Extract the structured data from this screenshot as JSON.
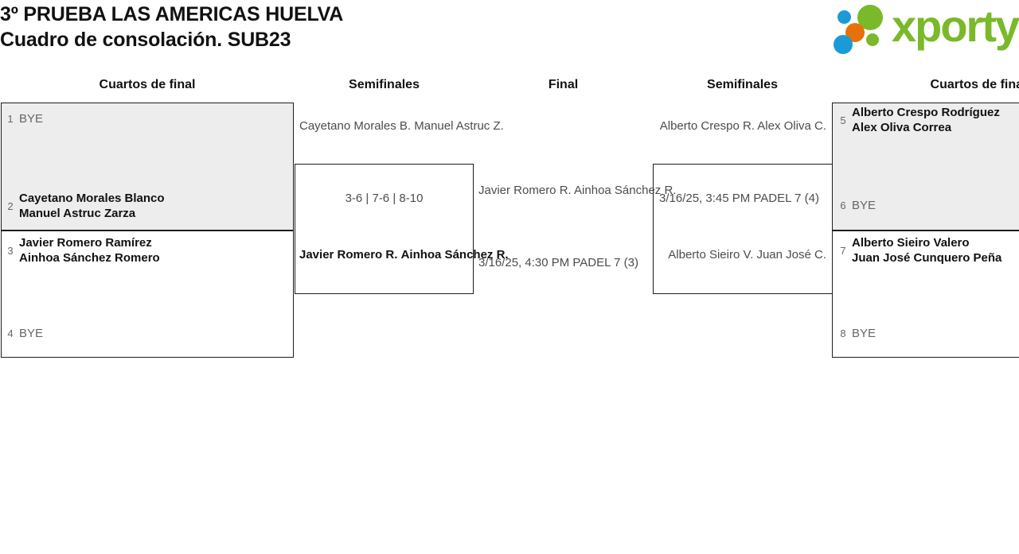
{
  "header": {
    "title_line1": "3º PRUEBA LAS AMERICAS HUELVA",
    "title_line2": "Cuadro de consolación. SUB23",
    "logo_text": "xporty"
  },
  "rounds": {
    "qf_left": "Cuartos de final",
    "sf_left": "Semifinales",
    "final": "Final",
    "sf_right": "Semifinales",
    "qf_right": "Cuartos de final"
  },
  "quarterfinals_left": [
    {
      "seed": "1",
      "line1": "BYE",
      "line2": "",
      "state": "bye"
    },
    {
      "seed": "2",
      "line1": "Cayetano Morales Blanco",
      "line2": "Manuel Astruc Zarza",
      "state": "winner"
    },
    {
      "seed": "3",
      "line1": "Javier Romero Ramírez",
      "line2": "Ainhoa Sánchez Romero",
      "state": "winner"
    },
    {
      "seed": "4",
      "line1": "BYE",
      "line2": "",
      "state": "bye"
    }
  ],
  "quarterfinals_right": [
    {
      "seed": "5",
      "line1": "Alberto Crespo Rodríguez",
      "line2": "Alex Oliva Correa",
      "state": "winner"
    },
    {
      "seed": "6",
      "line1": "BYE",
      "line2": "",
      "state": "bye"
    },
    {
      "seed": "7",
      "line1": "Alberto Sieiro Valero",
      "line2": "Juan José Cunquero Peña",
      "state": "winner"
    },
    {
      "seed": "8",
      "line1": "BYE",
      "line2": "",
      "state": "bye"
    }
  ],
  "semifinal_left": {
    "top_line1": "Cayetano Morales B.",
    "top_line2": "Manuel Astruc Z.",
    "bottom_line1": "Javier Romero R.",
    "bottom_line2": "Ainhoa Sánchez R.",
    "score": "3-6 | 7-6 | 8-10"
  },
  "final": {
    "top_line1": "Javier Romero R.",
    "top_line2": "Ainhoa Sánchez R.",
    "schedule": "3/16/25, 4:30 PM PADEL 7 (3)"
  },
  "semifinal_right": {
    "top_line1": "Alberto Crespo R.",
    "top_line2": "Alex Oliva C.",
    "bottom_line1": "Alberto Sieiro V.",
    "bottom_line2": "Juan José C.",
    "schedule": "3/16/25, 3:45 PM PADEL 7 (4)"
  },
  "colors": {
    "shaded_box": "#ededed",
    "border": "#1d1d1d",
    "winner_text": "#111111",
    "muted_text": "#4c4c4c",
    "seed_text": "#666666",
    "logo_green": "#7ab929",
    "logo_blue": "#1b9ad6",
    "logo_orange": "#e8700a"
  }
}
